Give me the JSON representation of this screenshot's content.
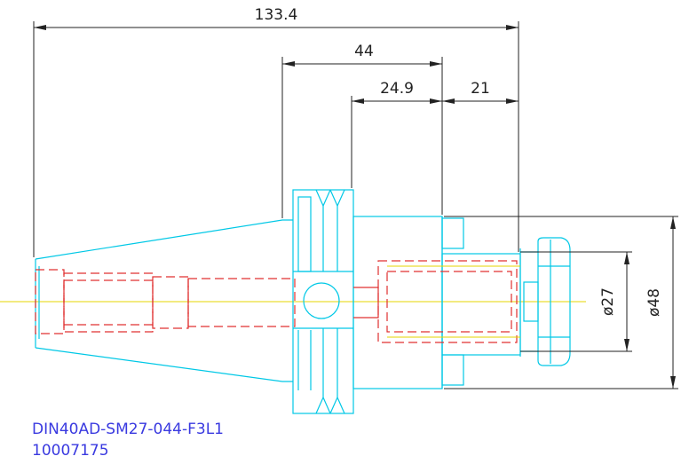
{
  "dimensions": {
    "overall_length": "133.4",
    "gauge_to_nose": "44",
    "flange_to_shoulder": "24.9",
    "projection": "21",
    "inner_diameter": "ø27",
    "outer_diameter": "ø48"
  },
  "part": {
    "designation": "DIN40AD-SM27-044-F3L1",
    "article_number": "10007175"
  },
  "colors": {
    "body": "#00c8e6",
    "hidden": "#e03030",
    "centerline": "#e6d600",
    "dimension": "#222222",
    "label": "#3a3ae0"
  }
}
